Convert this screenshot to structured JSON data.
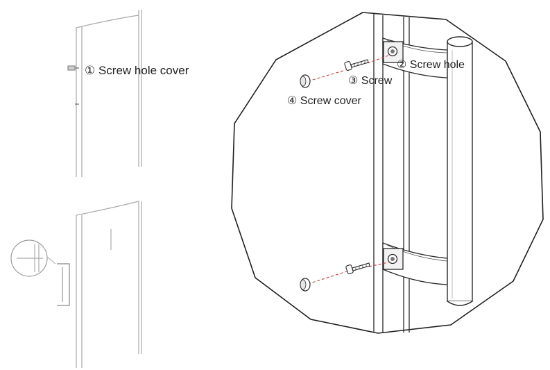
{
  "labels": {
    "screw_hole_cover": "① Screw hole  cover",
    "screw_hole": "② Screw hole",
    "screw": "③ Screw",
    "screw_cover": "④ Screw cover"
  },
  "colors": {
    "line": "#2a2a2a",
    "faint_line": "#9a9a9a",
    "leader": "#d23a3a",
    "background": "#ffffff"
  }
}
